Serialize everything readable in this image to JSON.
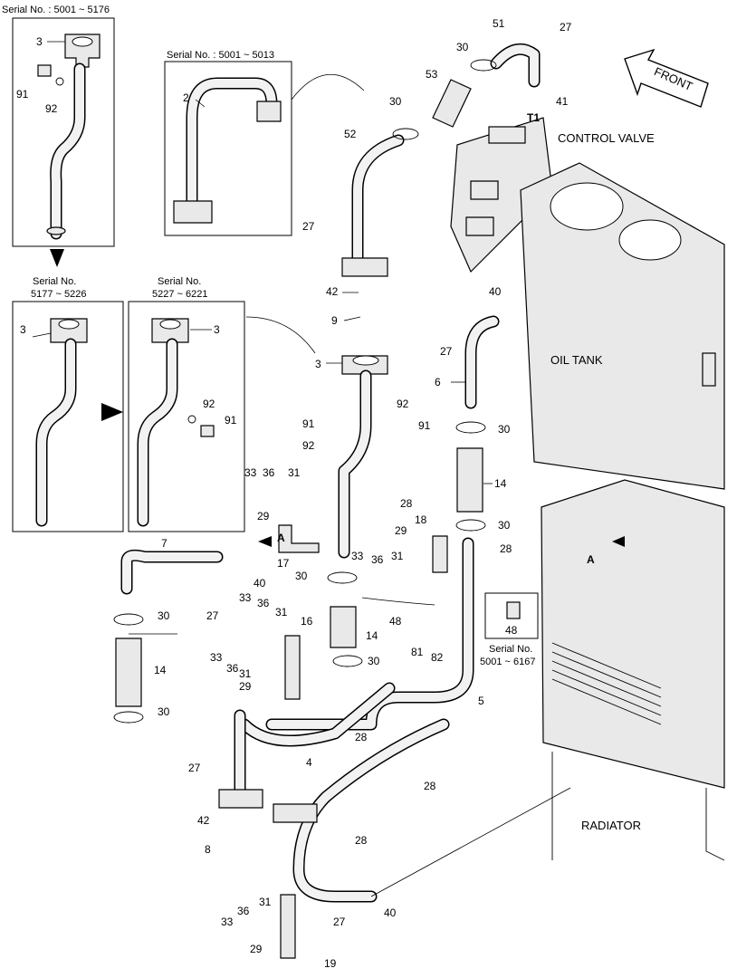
{
  "serial_labels": {
    "top_left": "Serial No. : 5001 ~ 5176",
    "top_mid": "Serial No. : 5001 ~ 5013",
    "mid_left_1": "Serial No.",
    "mid_left_2": "5177 ~ 5226",
    "mid_mid_1": "Serial No.",
    "mid_mid_2": "5227 ~ 6221",
    "sensor_1": "Serial No.",
    "sensor_2": "5001 ~ 6167"
  },
  "component_labels": {
    "control_valve": "CONTROL VALVE",
    "oil_tank": "OIL TANK",
    "radiator": "RADIATOR",
    "front": "FRONT",
    "t1": "T1",
    "view_a": "A"
  },
  "callouts": {
    "n2": "2",
    "n3": "3",
    "n4": "4",
    "n5": "5",
    "n6": "6",
    "n7": "7",
    "n8": "8",
    "n9": "9",
    "n14": "14",
    "n16": "16",
    "n17": "17",
    "n18": "18",
    "n19": "19",
    "n27": "27",
    "n28": "28",
    "n29": "29",
    "n30": "30",
    "n31": "31",
    "n33": "33",
    "n36": "36",
    "n40": "40",
    "n41": "41",
    "n42": "42",
    "n48": "48",
    "n51": "51",
    "n52": "52",
    "n53": "53",
    "n81": "81",
    "n82": "82",
    "n91": "91",
    "n92": "92"
  }
}
